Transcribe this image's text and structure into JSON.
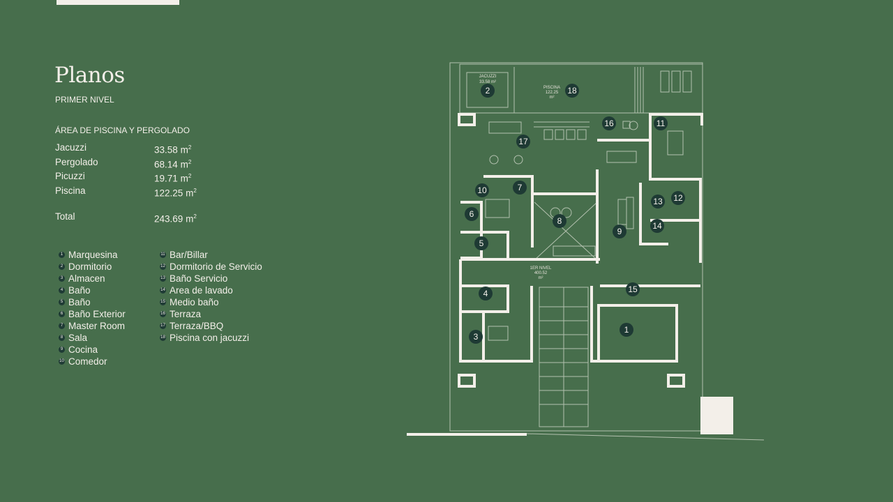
{
  "header": {
    "title": "Planos",
    "subtitle": "PRIMER NIVEL"
  },
  "areas": {
    "section_title": "ÁREA DE PISCINA Y PERGOLADO",
    "unit": "m",
    "unit_exp": "2",
    "rows": [
      {
        "name": "Jacuzzi",
        "value": "33.58"
      },
      {
        "name": "Pergolado",
        "value": "68.14"
      },
      {
        "name": "Picuzzi",
        "value": "19.71"
      },
      {
        "name": "Piscina",
        "value": "122.25"
      }
    ],
    "total": {
      "name": "Total",
      "value": "243.69"
    }
  },
  "legend": [
    {
      "n": "1",
      "label": "Marquesina"
    },
    {
      "n": "2",
      "label": "Dormitorio"
    },
    {
      "n": "3",
      "label": "Almacen"
    },
    {
      "n": "4",
      "label": "Baño"
    },
    {
      "n": "5",
      "label": "Baño"
    },
    {
      "n": "6",
      "label": "Baño Exterior"
    },
    {
      "n": "7",
      "label": "Master Room"
    },
    {
      "n": "8",
      "label": "Sala"
    },
    {
      "n": "9",
      "label": "Cocina"
    },
    {
      "n": "10",
      "label": "Comedor"
    },
    {
      "n": "11",
      "label": "Bar/Billar"
    },
    {
      "n": "12",
      "label": "Dormitorio de Servicio"
    },
    {
      "n": "13",
      "label": "Baño Servicio"
    },
    {
      "n": "14",
      "label": "Area de lavado"
    },
    {
      "n": "15",
      "label": "Medio baño"
    },
    {
      "n": "16",
      "label": "Terraza"
    },
    {
      "n": "17",
      "label": "Terraza/BBQ"
    },
    {
      "n": "18",
      "label": "Piscina con jacuzzi"
    }
  ],
  "plan": {
    "jacuzzi_label": "JACUZZI",
    "jacuzzi_area": "33.58 m²",
    "piscina_label": "PISCINA",
    "piscina_area": "122.25",
    "piscina_unit": "m²",
    "nivel_label": "1ER NIVEL",
    "nivel_area": "400.52",
    "nivel_unit": "m²"
  },
  "colors": {
    "background": "#476e4c",
    "walls": "#f3efe9",
    "markers": "#1e3a34"
  }
}
